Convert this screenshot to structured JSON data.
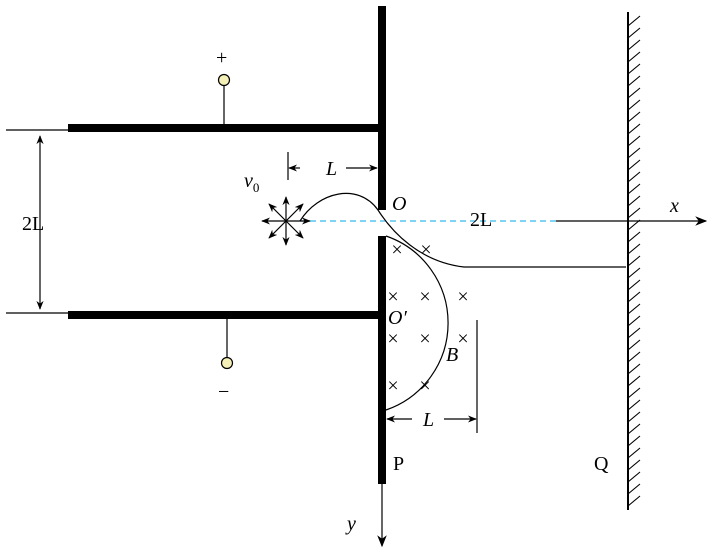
{
  "labels": {
    "plus": "+",
    "minus": "−",
    "gap": "2L",
    "offset": "L",
    "v0_main": "v",
    "v0_sub": "0",
    "origin": "O",
    "distance": "2L",
    "x_axis": "x",
    "y_axis": "y",
    "center": "O′",
    "field": "B",
    "radius": "L",
    "plate_p": "P",
    "screen_q": "Q"
  },
  "field_mark": "×",
  "colors": {
    "ink": "#000000",
    "dashed_axis": "#33bbee",
    "terminal_fill": "#f5f0b8"
  }
}
